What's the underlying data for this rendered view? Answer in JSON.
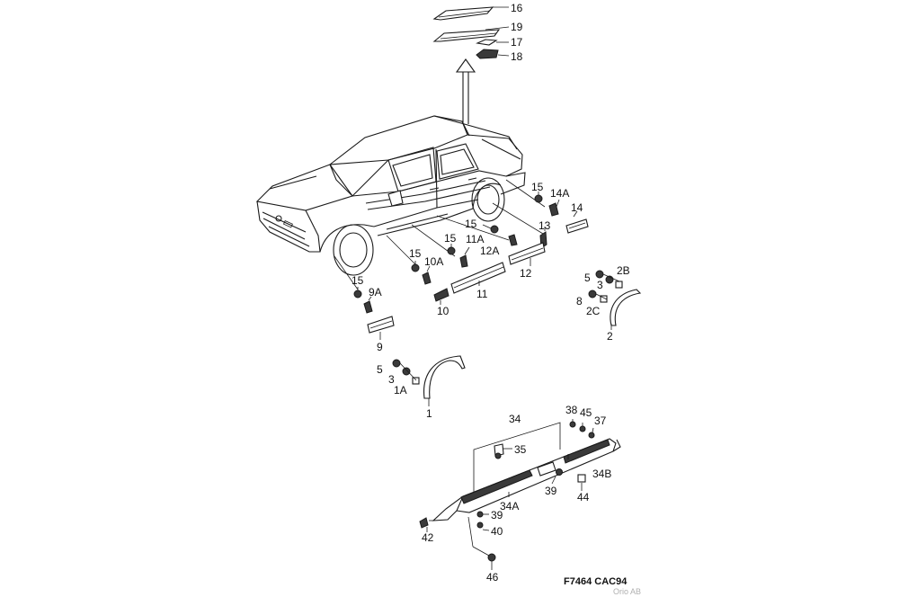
{
  "labels": {
    "l16": "16",
    "l19": "19",
    "l17": "17",
    "l18": "18",
    "l15a": "15",
    "l14a": "14A",
    "l14": "14",
    "l13": "13",
    "l15b": "15",
    "l11a": "11A",
    "l12a": "12A",
    "l12": "12",
    "l15c": "15",
    "l10a": "10A",
    "l11": "11",
    "l10": "10",
    "l15d": "15",
    "l9a": "9A",
    "l9": "9",
    "l5a": "5",
    "l2b": "2B",
    "l3a": "3",
    "l8": "8",
    "l2c": "2C",
    "l2": "2",
    "l5b": "5",
    "l3b": "3",
    "l1a": "1A",
    "l1": "1",
    "l34": "34",
    "l38": "38",
    "l45": "45",
    "l37": "37",
    "l35": "35",
    "l34b": "34B",
    "l39a": "39",
    "l44": "44",
    "l34a": "34A",
    "l39b": "39",
    "l40": "40",
    "l42": "42",
    "l46": "46"
  },
  "footer": {
    "code": "F7464 CAC94",
    "credit": "Orio AB"
  },
  "colors": {
    "line": "#1a1a1a",
    "background": "#ffffff",
    "credit": "#b0b0b0"
  }
}
